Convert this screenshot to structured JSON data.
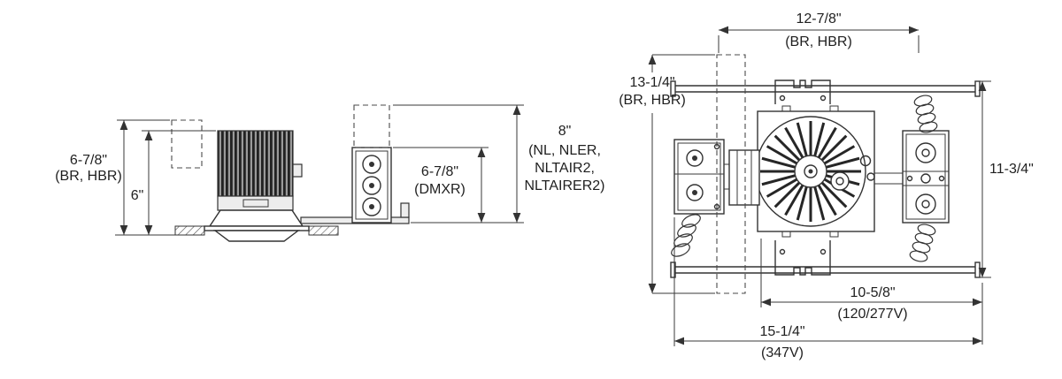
{
  "colors": {
    "line": "#333333",
    "text": "#1f1f1f",
    "background": "#ffffff"
  },
  "side_view": {
    "dim_recess_depth": [
      "6-7/8\"",
      "(BR, HBR)"
    ],
    "dim_housing_height": "6\"",
    "dim_jbox_dmxr": [
      "6-7/8\"",
      "(DMXR)"
    ],
    "dim_jbox_nl": [
      "8\"",
      "(NL, NLER,",
      "NLTAIR2,",
      "NLTAIRER2)"
    ]
  },
  "plan_view": {
    "dim_width_housing": [
      "12-7/8\"",
      "(BR, HBR)"
    ],
    "dim_depth_housing": [
      "13-1/4\"",
      "(BR, HBR)"
    ],
    "dim_frame_height": "11-3/4\"",
    "dim_jbox_120_277v": [
      "10-5/8\"",
      "(120/277V)"
    ],
    "dim_jbox_347v": [
      "15-1/4\"",
      "(347V)"
    ]
  }
}
